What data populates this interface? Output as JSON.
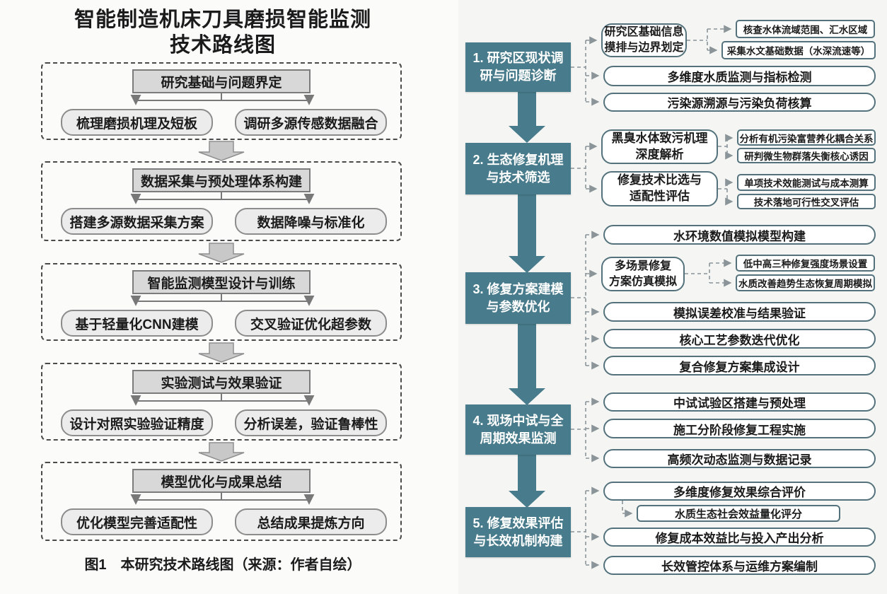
{
  "colors": {
    "teal_stage": "#487b8b",
    "branch_border": "#54727c",
    "branch_fill": "#ffffff",
    "left_header_fill": "#d8d8d8",
    "left_sub_fill": "#ececec",
    "left_box_border": "#7c7c7c",
    "dashed_container_border": "#4a4a4a",
    "block_arrow_fill": "#c8c8c8",
    "connector_dashed_gray": "#8a9499",
    "connector_solid_gray": "#787878",
    "text": "#1b1b1b",
    "stage_text": "#ffffff"
  },
  "left": {
    "title_lines": [
      "智能制造机床刀具磨损智能监测",
      "技术路线图"
    ],
    "caption": "图1　本研究技术路线图（来源：作者自绘）",
    "stages": [
      {
        "header": "研究基础与问题界定",
        "subs": [
          "梳理磨损机理及短板",
          "调研多源传感数据融合"
        ]
      },
      {
        "header": "数据采集与预处理体系构建",
        "subs": [
          "搭建多源数据采集方案",
          "数据降噪与标准化"
        ]
      },
      {
        "header": "智能监测模型设计与训练",
        "subs": [
          "基于轻量化CNN建模",
          "交叉验证优化超参数"
        ]
      },
      {
        "header": "实验测试与效果验证",
        "subs": [
          "设计对照实验验证精度",
          "分析误差，验证鲁棒性"
        ]
      },
      {
        "header": "模型优化与成果总结",
        "subs": [
          "优化模型完善适配性",
          "总结成果提炼方向"
        ]
      }
    ]
  },
  "right": {
    "stages": [
      {
        "label_lines": [
          "1. 研究区现状调",
          "研与问题诊断"
        ],
        "branches": [
          {
            "lines": [
              "研究区基础信息",
              "摸排与边界划定"
            ],
            "children": [
              "核查水体流域范围、汇水区域",
              "采集水文基础数据（水深流速等）"
            ]
          },
          {
            "label": "多维度水质监测与指标检测"
          },
          {
            "label": "污染源溯源与污染负荷核算"
          }
        ]
      },
      {
        "label_lines": [
          "2. 生态修复机理",
          "与技术筛选"
        ],
        "branches": [
          {
            "lines": [
              "黑臭水体致污机理",
              "深度解析"
            ],
            "children": [
              "分析有机污染富营养化耦合关系",
              "研判微生物群落失衡核心诱因"
            ]
          },
          {
            "lines": [
              "修复技术比选与",
              "适配性评估"
            ],
            "children": [
              "单项技术效能测试与成本测算",
              "技术落地可行性交叉评估"
            ]
          }
        ]
      },
      {
        "label_lines": [
          "3. 修复方案建模",
          "与参数优化"
        ],
        "branches": [
          {
            "label": "水环境数值模拟模型构建"
          },
          {
            "lines": [
              "多场景修复",
              "方案仿真模拟"
            ],
            "children": [
              "低中高三种修复强度场景设置",
              "水质改善趋势生态恢复周期模拟"
            ]
          },
          {
            "label": "模拟误差校准与结果验证"
          },
          {
            "label": "核心工艺参数迭代优化"
          },
          {
            "label": "复合修复方案集成设计"
          }
        ]
      },
      {
        "label_lines": [
          "4. 现场中试与全",
          "周期效果监测"
        ],
        "branches": [
          {
            "label": "中试试验区搭建与预处理"
          },
          {
            "label": "施工分阶段修复工程实施"
          },
          {
            "label": "高频次动态监测与数据记录"
          }
        ]
      },
      {
        "label_lines": [
          "5. 修复效果评估",
          "与长效机制构建"
        ],
        "branches": [
          {
            "label": "多维度修复效果综合评价",
            "children": [
              "水质生态社会效益量化评分"
            ]
          },
          {
            "label": "修复成本效益比与投入产出分析"
          },
          {
            "label": "长效管控体系与运维方案编制"
          }
        ]
      }
    ]
  }
}
